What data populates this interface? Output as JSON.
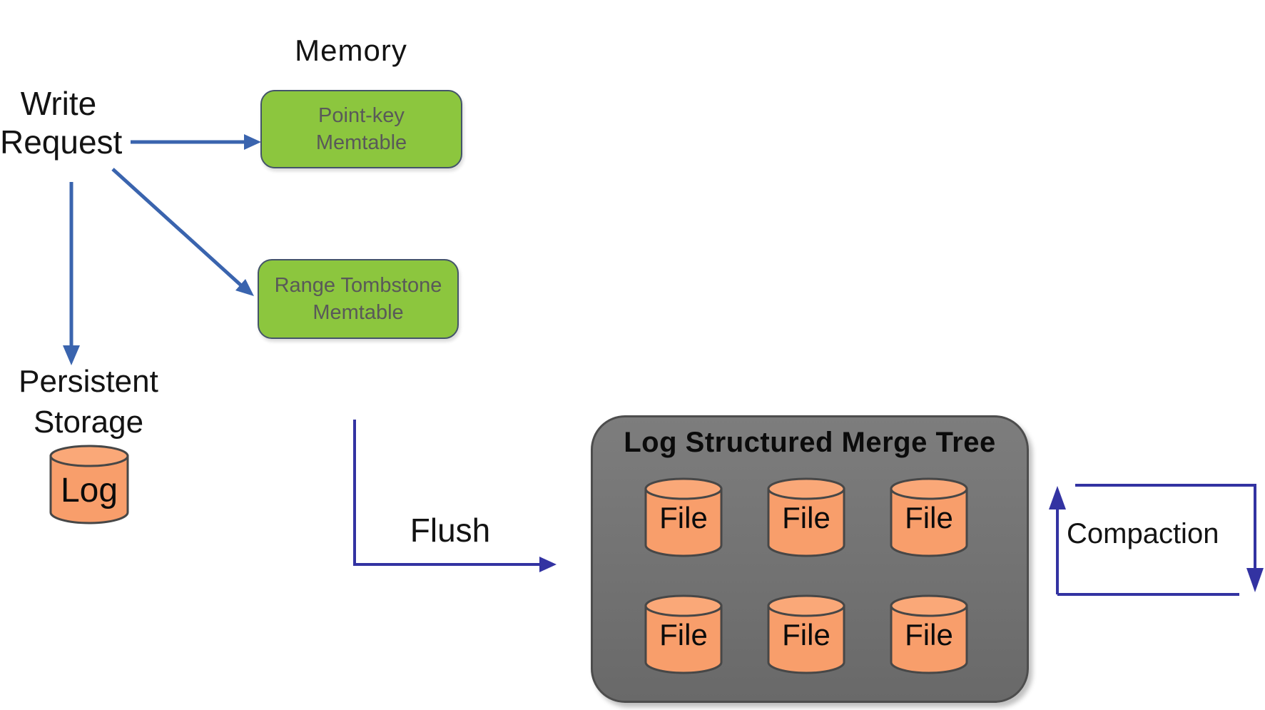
{
  "labels": {
    "memory": "Memory",
    "write_line1": "Write",
    "write_line2": "Request",
    "persistent_line1": "Persistent",
    "persistent_line2": "Storage",
    "flush": "Flush",
    "compaction": "Compaction"
  },
  "memtables": {
    "point_key": {
      "line1": "Point-key",
      "line2": "Memtable"
    },
    "range_tombstone": {
      "line1": "Range Tombstone",
      "line2": "Memtable"
    }
  },
  "log": {
    "label": "Log"
  },
  "lsm": {
    "title": "Log Structured Merge Tree",
    "files": [
      "File",
      "File",
      "File",
      "File",
      "File",
      "File"
    ]
  },
  "colors": {
    "memtable_green": "#8cc63e",
    "memtable_border": "#44546a",
    "memtable_text": "#595959",
    "cylinder_orange": "#f89e6b",
    "cylinder_border": "#474747",
    "lsm_box_gray": "#717171",
    "write_arrow_blue": "#3a64ae",
    "flow_arrow_indigo": "#3333a2"
  }
}
